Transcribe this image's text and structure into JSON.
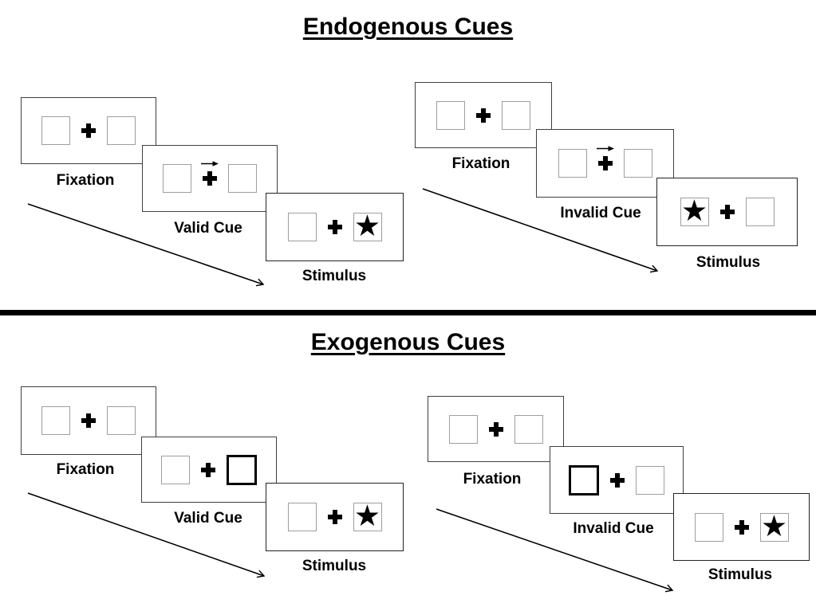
{
  "colors": {
    "background": "#ffffff",
    "ink": "#000000",
    "panel_border": "#3f3f3f",
    "placeholder_box_border": "#9e9e9e",
    "divider": "#000000"
  },
  "symbols": {
    "fixation_cross": "+",
    "cue_arrow": "→",
    "stimulus_star": "★"
  },
  "endogenous": {
    "title": "Endogenous Cues",
    "valid": {
      "fixation_label": "Fixation",
      "cue_label": "Valid Cue",
      "stimulus_label": "Stimulus",
      "cue_type": "central arrow pointing right",
      "star_side": "right"
    },
    "invalid": {
      "fixation_label": "Fixation",
      "cue_label": "Invalid Cue",
      "stimulus_label": "Stimulus",
      "cue_type": "central arrow pointing right",
      "star_side": "left"
    }
  },
  "exogenous": {
    "title": "Exogenous Cues",
    "valid": {
      "fixation_label": "Fixation",
      "cue_label": "Valid Cue",
      "stimulus_label": "Stimulus",
      "cue_type": "right box highlighted bold",
      "star_side": "right"
    },
    "invalid": {
      "fixation_label": "Fixation",
      "cue_label": "Invalid Cue",
      "stimulus_label": "Stimulus",
      "cue_type": "left box highlighted bold",
      "star_side": "right"
    }
  }
}
